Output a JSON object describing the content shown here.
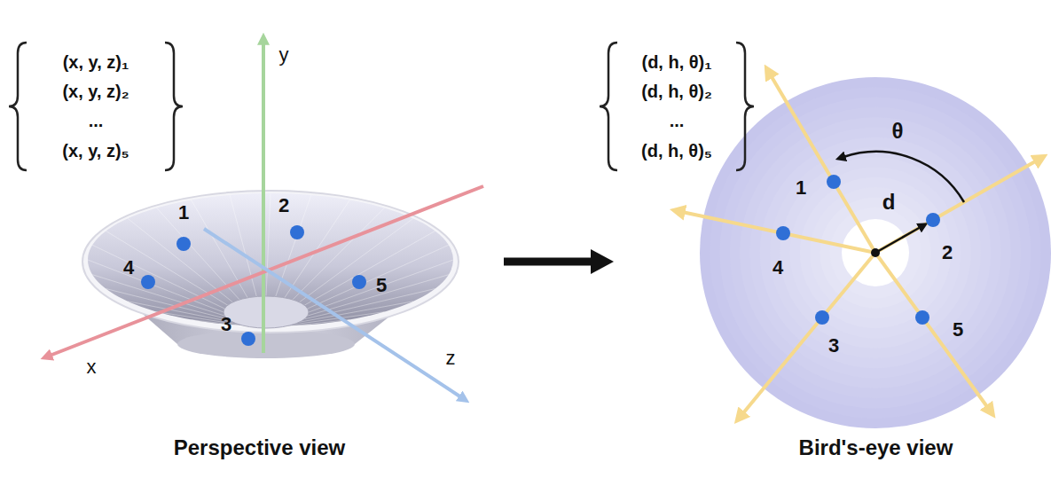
{
  "diagram": {
    "nodes": [
      {
        "text": [
          "Perspective view"
        ]
      },
      {
        "text": [
          "Bird's-eye view"
        ]
      }
    ],
    "edges": [
      {
        "from": 0,
        "to": 1,
        "arrow": "to"
      }
    ],
    "labels": [
      "(x, y, z)₁",
      "(x, y, z)₂",
      "...",
      "(x, y, z)₅",
      "y",
      "x",
      "z",
      "1",
      "2",
      "3",
      "4",
      "5",
      "(d, h, θ)₁",
      "(d, h, θ)₂",
      "...",
      "(d, h, θ)₅",
      "θ",
      "d",
      "1",
      "2",
      "3",
      "4",
      "5"
    ]
  }
}
